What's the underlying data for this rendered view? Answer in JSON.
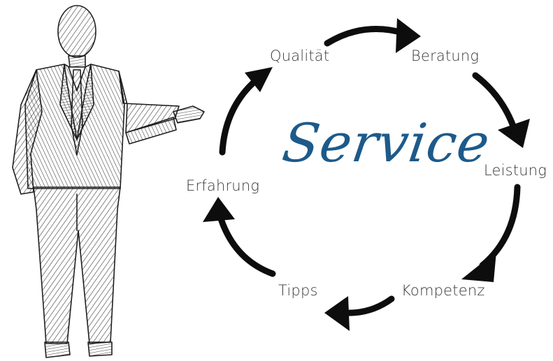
{
  "center": {
    "title": "Service"
  },
  "cycle": {
    "items": [
      {
        "label": "Qualität"
      },
      {
        "label": "Beratung"
      },
      {
        "label": "Leistung"
      },
      {
        "label": "Kompetenz"
      },
      {
        "label": "Tipps"
      },
      {
        "label": "Erfahrung"
      }
    ]
  },
  "colors": {
    "title": "#1d5a8a",
    "labels": "#3a3a3a",
    "arrows": "#0d0d0d",
    "sketch": "#2a2a2a"
  },
  "icons": {
    "figure": "sketched-businessman-icon",
    "arrow": "curved-arrow-icon"
  }
}
